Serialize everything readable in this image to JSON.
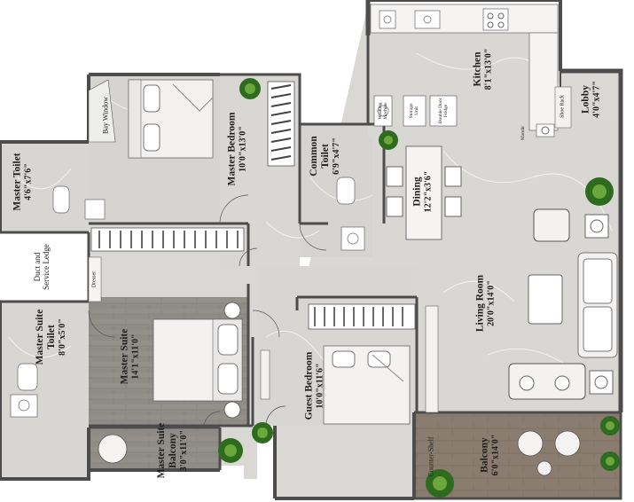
{
  "rooms": {
    "kitchen": {
      "name": "Kitchen",
      "dim": "8'1\"x13'0\""
    },
    "lobby": {
      "name": "Lobby",
      "dim": "4'0\"x4'7\""
    },
    "master_bedroom": {
      "name": "Master Bedroom",
      "dim": "10'0\"x13'0\""
    },
    "common_toilet": {
      "name": "Common Toilet",
      "dim": "6'9\"x4'7\""
    },
    "dining": {
      "name": "Dining",
      "dim": "12'2\"x3'6\""
    },
    "master_toilet": {
      "name": "Master Toilet",
      "dim": "4'6\"x7'6\""
    },
    "living_room": {
      "name": "Living Room",
      "dim": "20'0\"x14'0\""
    },
    "master_suite": {
      "name": "Master Suite",
      "dim": "14'1\"x11'0\""
    },
    "master_suite_toilet": {
      "name": "Master Suite Toilet",
      "dim": "8'0\"x5'0\""
    },
    "guest_bedroom": {
      "name": "Guest Bedroom",
      "dim": "10'0\"x11'6\""
    },
    "master_suite_balcony": {
      "name": "Master Suite Balcony",
      "dim": "3'0\"x11'0\""
    },
    "balcony": {
      "name": "Balcony",
      "dim": "6'0\"x14'0\""
    }
  },
  "labels": {
    "bay_window": "Bay Window",
    "duct": "Duct and Service Ledge",
    "dresser": "Dresser",
    "counter_shelf": "Counter-Shelf",
    "shoe_rack": "Shoe Rack",
    "washing_machine": "Washing Machine",
    "storage_unit": "Storage Unit",
    "double_door_fridge": "Double Door Fridge",
    "mandir": "Mandir"
  },
  "colors": {
    "floor": "#d9d7d4",
    "wood": "#8d8a86",
    "balcony_wood": "#8a7b6d",
    "wall": "#4a4a4a",
    "plant": "#3f7a2a"
  }
}
